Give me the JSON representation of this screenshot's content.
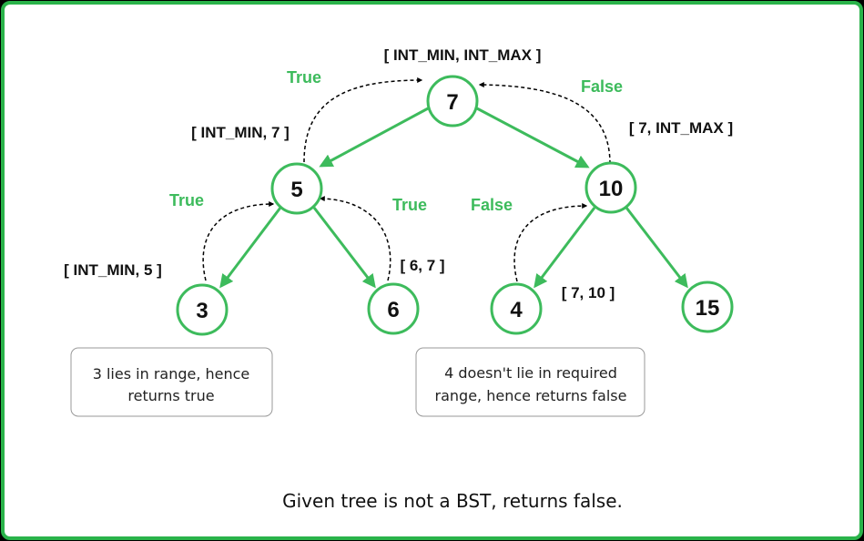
{
  "colors": {
    "accent": "#3dbb5c",
    "frame": "#2ab34a",
    "text": "#111111",
    "background": "#ffffff"
  },
  "nodes": {
    "n7": "7",
    "n5": "5",
    "n10": "10",
    "n3": "3",
    "n6": "6",
    "n4": "4",
    "n15": "15"
  },
  "ranges": {
    "r7": "[ INT_MIN, INT_MAX ]",
    "r5": "[ INT_MIN, 7 ]",
    "r10": "[ 7, INT_MAX ]",
    "r3": "[ INT_MIN, 5 ]",
    "r6": "[ 6, 7 ]",
    "r4": "[ 7, 10 ]"
  },
  "results": {
    "t5to7": "True",
    "f10to7": "False",
    "t3to5": "True",
    "t6to5": "True",
    "f4to10": "False"
  },
  "notes": {
    "note3_line1": "3 lies in range, hence",
    "note3_line2": "returns true",
    "note4_line1": "4 doesn't lie in required",
    "note4_line2": "range, hence returns false"
  },
  "caption": "Given tree is not a BST, returns false."
}
